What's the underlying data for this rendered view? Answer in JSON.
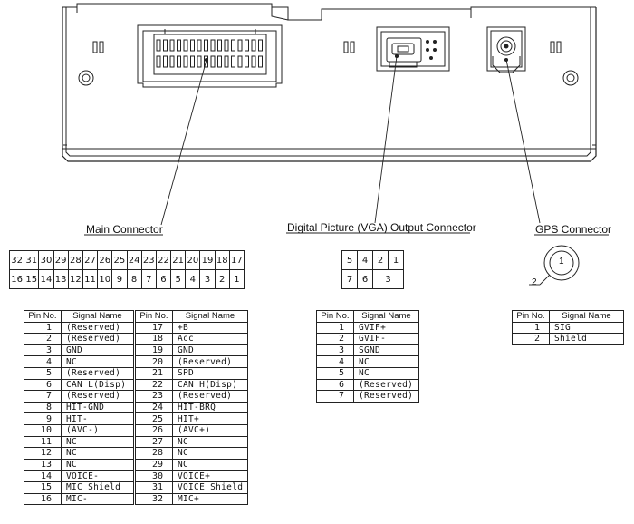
{
  "labels": {
    "main_connector": "Main Connector",
    "vga_connector": "Digital Picture (VGA) Output Connector",
    "gps_connector": "GPS Connector"
  },
  "main_pins": {
    "row1": [
      "32",
      "31",
      "30",
      "29",
      "28",
      "27",
      "26",
      "25",
      "24",
      "23",
      "22",
      "21",
      "20",
      "19",
      "18",
      "17"
    ],
    "row2": [
      "16",
      "15",
      "14",
      "13",
      "12",
      "11",
      "10",
      "9",
      "8",
      "7",
      "6",
      "5",
      "4",
      "3",
      "2",
      "1"
    ]
  },
  "vga_pins": {
    "row1": [
      "5",
      "4",
      "2",
      "1"
    ],
    "row2": [
      "7",
      "6",
      "3"
    ]
  },
  "gps_pins": {
    "center": "1",
    "shield": "2"
  },
  "table_headers": {
    "pin_no": "Pin No.",
    "signal_name": "Signal Name"
  },
  "main_table_left": [
    {
      "no": "1",
      "name": "(Reserved)"
    },
    {
      "no": "2",
      "name": "(Reserved)"
    },
    {
      "no": "3",
      "name": "GND"
    },
    {
      "no": "4",
      "name": "NC"
    },
    {
      "no": "5",
      "name": "(Reserved)"
    },
    {
      "no": "6",
      "name": "CAN L(Disp)"
    },
    {
      "no": "7",
      "name": "(Reserved)"
    },
    {
      "no": "8",
      "name": "HIT-GND"
    },
    {
      "no": "9",
      "name": "HIT-"
    },
    {
      "no": "10",
      "name": "(AVC-)"
    },
    {
      "no": "11",
      "name": "NC"
    },
    {
      "no": "12",
      "name": "NC"
    },
    {
      "no": "13",
      "name": "NC"
    },
    {
      "no": "14",
      "name": "VOICE-"
    },
    {
      "no": "15",
      "name": "MIC Shield"
    },
    {
      "no": "16",
      "name": "MIC-"
    }
  ],
  "main_table_right": [
    {
      "no": "17",
      "name": "+B"
    },
    {
      "no": "18",
      "name": "Acc"
    },
    {
      "no": "19",
      "name": "GND"
    },
    {
      "no": "20",
      "name": "(Reserved)"
    },
    {
      "no": "21",
      "name": "SPD"
    },
    {
      "no": "22",
      "name": "CAN H(Disp)"
    },
    {
      "no": "23",
      "name": "(Reserved)"
    },
    {
      "no": "24",
      "name": "HIT-BRQ"
    },
    {
      "no": "25",
      "name": "HIT+"
    },
    {
      "no": "26",
      "name": "(AVC+)"
    },
    {
      "no": "27",
      "name": "NC"
    },
    {
      "no": "28",
      "name": "NC"
    },
    {
      "no": "29",
      "name": "NC"
    },
    {
      "no": "30",
      "name": "VOICE+"
    },
    {
      "no": "31",
      "name": "VOICE Shield"
    },
    {
      "no": "32",
      "name": "MIC+"
    }
  ],
  "vga_table": [
    {
      "no": "1",
      "name": "GVIF+"
    },
    {
      "no": "2",
      "name": "GVIF-"
    },
    {
      "no": "3",
      "name": "SGND"
    },
    {
      "no": "4",
      "name": "NC"
    },
    {
      "no": "5",
      "name": "NC"
    },
    {
      "no": "6",
      "name": "(Reserved)"
    },
    {
      "no": "7",
      "name": "(Reserved)"
    }
  ],
  "gps_table": [
    {
      "no": "1",
      "name": "SIG"
    },
    {
      "no": "2",
      "name": "Shield"
    }
  ]
}
